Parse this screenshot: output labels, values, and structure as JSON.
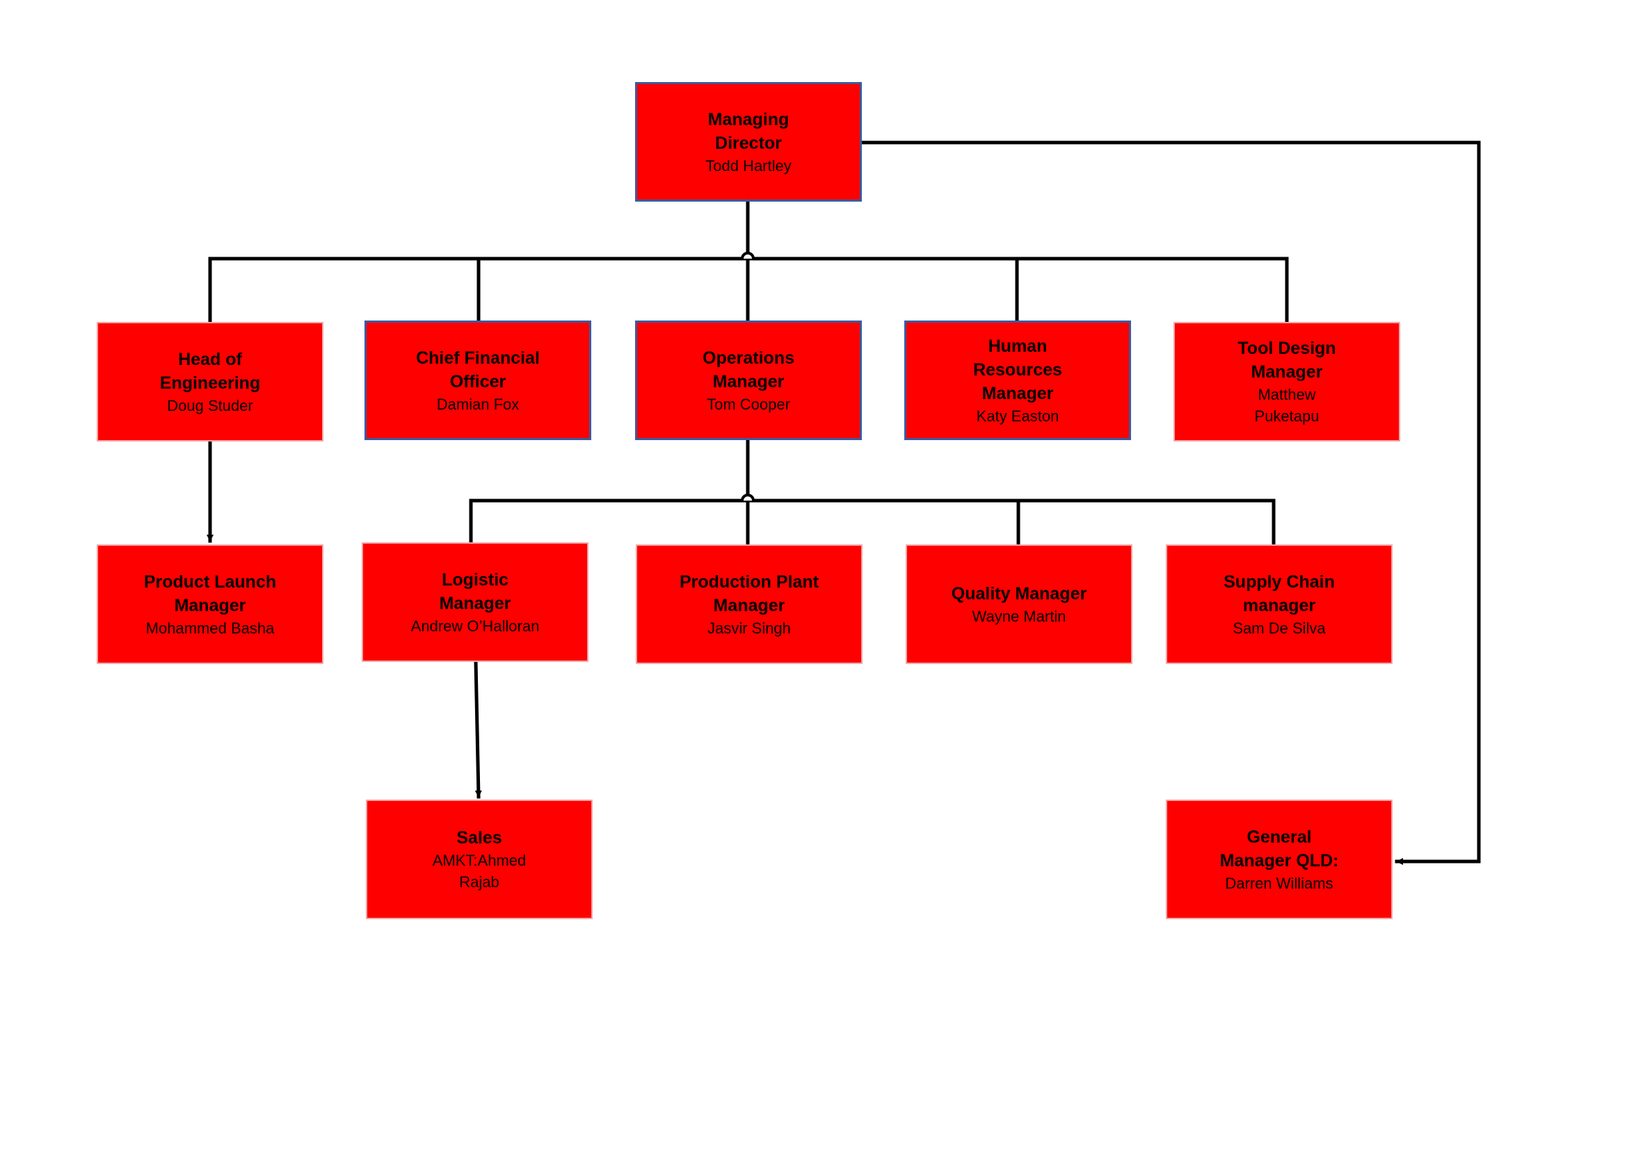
{
  "org_chart": {
    "managing_director": {
      "title": "Managing\nDirector",
      "name": "Todd Hartley"
    },
    "head_engineering": {
      "title": "Head of\nEngineering",
      "name": "Doug Studer"
    },
    "cfo": {
      "title": "Chief Financial\nOfficer",
      "name": "Damian Fox"
    },
    "operations_manager": {
      "title": "Operations\nManager",
      "name": "Tom Cooper"
    },
    "hr_manager": {
      "title": "Human\nResources\nManager",
      "name": "Katy Easton"
    },
    "tool_design_manager": {
      "title": "Tool Design\nManager",
      "name": "Matthew\nPuketapu"
    },
    "product_launch_manager": {
      "title": "Product Launch\nManager",
      "name": "Mohammed Basha"
    },
    "logistic_manager": {
      "title": "Logistic\nManager",
      "name": "Andrew O’Halloran"
    },
    "production_plant_manager": {
      "title": "Production Plant\nManager",
      "name": "Jasvir Singh"
    },
    "quality_manager": {
      "title": "Quality Manager",
      "name": "Wayne Martin"
    },
    "supply_chain_manager": {
      "title": "Supply Chain\nmanager",
      "name": "Sam De Silva"
    },
    "sales": {
      "title": "Sales",
      "name": "AMKT:Ahmed\nRajab"
    },
    "general_manager_qld": {
      "title": "General\nManager QLD:",
      "name": "Darren Williams"
    }
  },
  "colors": {
    "box_fill": "#ff0000",
    "box_border_blue": "#3d5a9e",
    "box_border_light": "#f4a6a6",
    "connector": "#000000"
  }
}
